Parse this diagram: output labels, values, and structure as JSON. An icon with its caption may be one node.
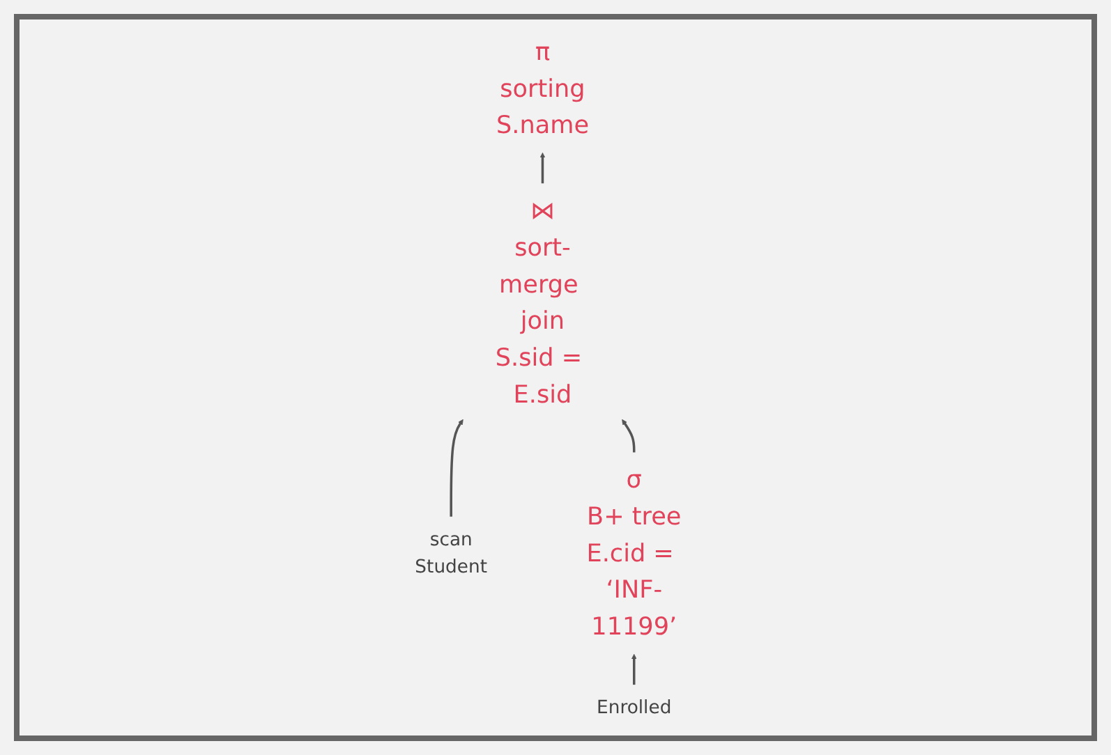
{
  "diagram": {
    "nodes": [
      {
        "text": [
          "π"
        ],
        "beside": [
          "sorting",
          "S.name"
        ]
      },
      {
        "text": [
          "⋈"
        ],
        "beside": [
          "sort-merge join",
          "S.sid = E.sid"
        ]
      },
      {
        "text": [
          "σ"
        ],
        "beside": [
          "B+ tree",
          "E.cid = ‘INF-11199’"
        ]
      },
      {
        "text": [
          "Student"
        ],
        "beside": [
          "scan"
        ]
      },
      {
        "text": [
          "Enrolled"
        ]
      }
    ],
    "edges": [
      {
        "from": 1,
        "to": 0,
        "arrow": "to"
      },
      {
        "from": 3,
        "to": 1,
        "arrow": "to"
      },
      {
        "from": 2,
        "to": 1,
        "arrow": "to"
      },
      {
        "from": 4,
        "to": 2,
        "arrow": "to"
      }
    ]
  }
}
